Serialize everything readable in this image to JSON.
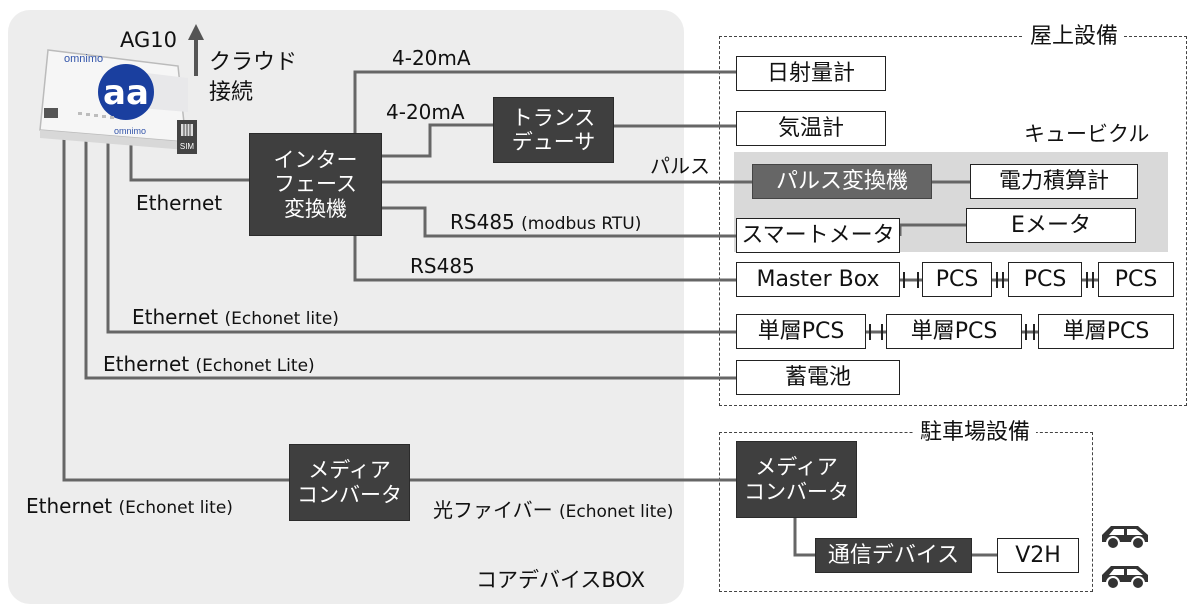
{
  "core": {
    "title": "コアデバイスBOX"
  },
  "ag10": {
    "name": "AG10",
    "cloud": "クラウド\n接続",
    "brand": "omnimo",
    "logo": "aa",
    "sim": "SIM"
  },
  "interface": {
    "label": "インター\nフェース\n変換機"
  },
  "transducer": {
    "label": "トランス\nデューサ"
  },
  "media_core": {
    "label": "メディア\nコンバータ"
  },
  "rooftop": {
    "title": "屋上設備",
    "cubicle_title": "キュービクル",
    "sunlight": "日射量計",
    "thermo": "気温計",
    "pulse_conv": "パルス変換機",
    "power_meter": "電力積算計",
    "smart_meter": "スマートメータ",
    "e_meter": "Eメータ",
    "master_box": "Master Box",
    "pcs": [
      "PCS",
      "PCS",
      "PCS"
    ],
    "single_pcs": [
      "単層PCS",
      "単層PCS",
      "単層PCS"
    ],
    "battery": "蓄電池"
  },
  "parking": {
    "title": "駐車場設備",
    "media": "メディア\nコンバータ",
    "comm": "通信デバイス",
    "v2h": "V2H",
    "car_icons": [
      "car-icon",
      "car-icon"
    ]
  },
  "links": {
    "ma1": "4-20mA",
    "ma2": "4-20mA",
    "pulse": "パルス",
    "eth": "Ethernet",
    "rs485_main": "RS485",
    "rs485_modbus_note": "(modbus RTU)",
    "rs485_2": "RS485",
    "eth_echonet1_main": "Ethernet",
    "eth_echonet1_note": "(Echonet lite)",
    "eth_echonet2_main": "Ethernet",
    "eth_echonet2_note": "(Echonet Lite)",
    "eth_echonet3_main": "Ethernet",
    "eth_echonet3_note": "(Echonet lite)",
    "fiber_main": "光ファイバー",
    "fiber_note": "(Echonet lite)"
  },
  "colors": {
    "line": "#666666",
    "dark_box": "#3f3f3f",
    "core_bg": "#ededed",
    "cubicle_bg": "#d9d9d9"
  }
}
